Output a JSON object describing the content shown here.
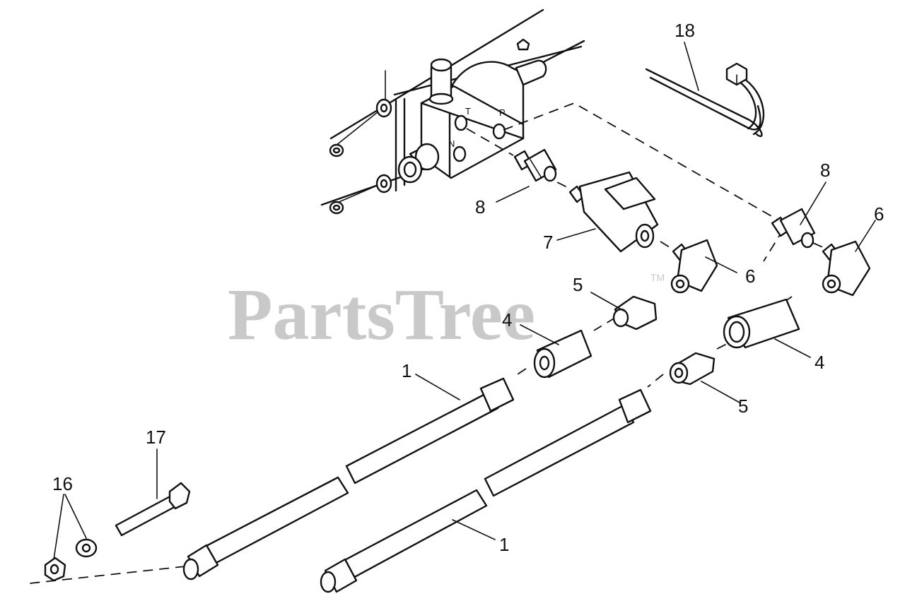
{
  "watermark": {
    "text": "PartsTree",
    "tm": "TM"
  },
  "valve_ports": {
    "t": "T",
    "p": "P",
    "n": "N"
  },
  "callouts": [
    {
      "id": "c1a",
      "text": "1"
    },
    {
      "id": "c1b",
      "text": "1"
    },
    {
      "id": "c4a",
      "text": "4"
    },
    {
      "id": "c4b",
      "text": "4"
    },
    {
      "id": "c5a",
      "text": "5"
    },
    {
      "id": "c5b",
      "text": "5"
    },
    {
      "id": "c6a",
      "text": "6"
    },
    {
      "id": "c6b",
      "text": "6"
    },
    {
      "id": "c7",
      "text": "7"
    },
    {
      "id": "c8a",
      "text": "8"
    },
    {
      "id": "c8b",
      "text": "8"
    },
    {
      "id": "c16",
      "text": "16"
    },
    {
      "id": "c17",
      "text": "17"
    },
    {
      "id": "c18",
      "text": "18"
    }
  ]
}
